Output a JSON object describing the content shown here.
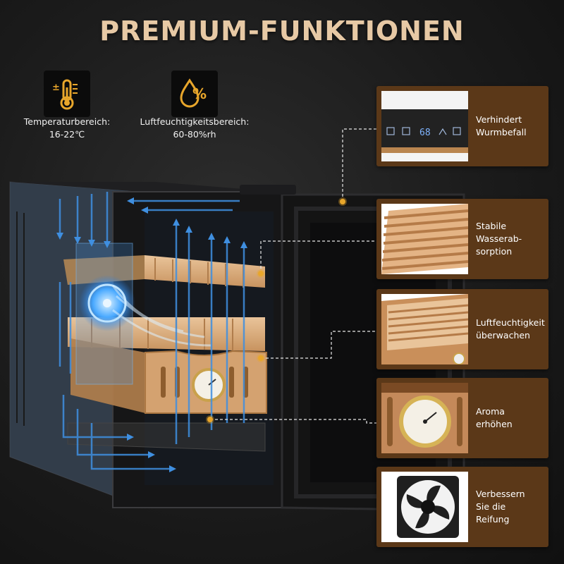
{
  "title": "PREMIUM-FUNKTIONEN",
  "specs": [
    {
      "icon": "thermometer-icon",
      "label": "Temperaturbereich:",
      "value": "16-22℃"
    },
    {
      "icon": "humidity-drop-icon",
      "label": "Luftfeuchtigkeitsbereich:",
      "value": "60-80%rh"
    }
  ],
  "control_panel": {
    "display": "68"
  },
  "features": [
    {
      "image": "control-panel",
      "text": "Verhindert\nWurmbefall"
    },
    {
      "image": "cedar-shelf",
      "text": "Stabile\nWasserab-\nsorption"
    },
    {
      "image": "cedar-drawer",
      "text": "Luftfeuchtigkeit\nüberwachen"
    },
    {
      "image": "hygrometer",
      "text": "Aroma\nerhöhen"
    },
    {
      "image": "cooling-fan",
      "text": "Verbessern\nSie die\nReifung"
    }
  ],
  "colors": {
    "title": "#e7c9a5",
    "card": "#5b3818",
    "accent": "#e8a62b",
    "airflow": "#3f8fe0"
  }
}
